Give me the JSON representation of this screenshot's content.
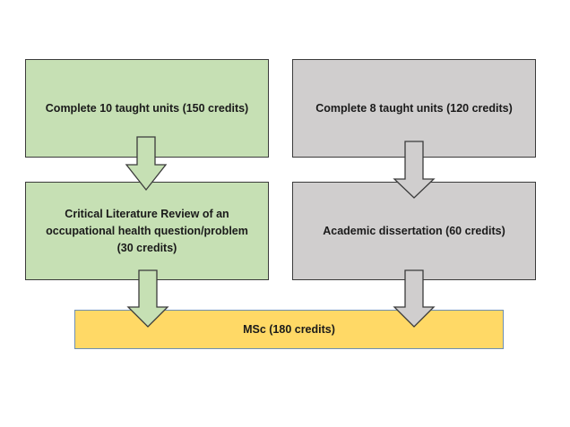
{
  "boxes": {
    "left_top": "Complete 10 taught units (150 credits)",
    "right_top": "Complete 8 taught units (120 credits)",
    "left_mid": "Critical Literature Review of an\noccupational health question/problem\n(30 credits)",
    "right_mid": "Academic dissertation (60 credits)",
    "bottom": "MSc (180 credits)"
  },
  "colors": {
    "green": "#c6e0b4",
    "grey": "#d0cece",
    "yellow": "#ffd966"
  }
}
